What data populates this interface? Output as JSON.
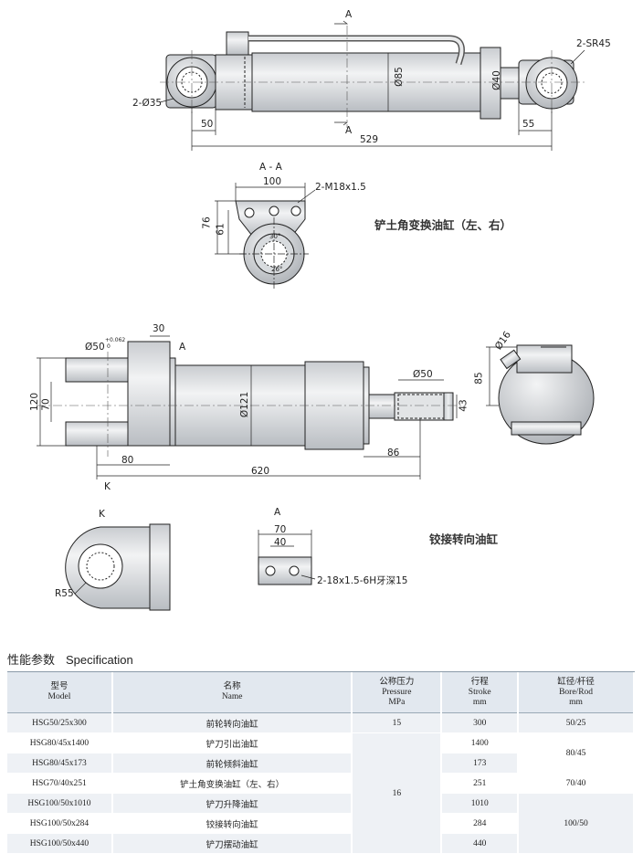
{
  "drawing1": {
    "labels": {
      "section_a_top": "A",
      "section_a_bottom": "A",
      "sr45": "2-SR45",
      "dia35": "2-Ø35",
      "dia85": "Ø85",
      "dia40": "Ø40",
      "dim50": "50",
      "dim55": "55",
      "dim529": "529"
    }
  },
  "section_aa": {
    "labels": {
      "title": "A - A",
      "dim100": "100",
      "m18": "2-M18x1.5",
      "dim76": "76",
      "dim61": "61",
      "dim30": "30°",
      "dim26": "26°"
    },
    "caption": "铲土角变换油缸（左、右）"
  },
  "drawing2": {
    "labels": {
      "dim30": "30",
      "dia50tol": "Ø50",
      "tol_upper": "+0.062",
      "tol_lower": "0",
      "a_mark": "A",
      "dim120": "120",
      "dim70": "70",
      "dia121": "Ø121",
      "dia50rod": "Ø50",
      "dim43": "43",
      "dim80": "80",
      "dim86": "86",
      "dim620": "620",
      "k_mark": "K",
      "dia16": "Ø16",
      "dim85": "85"
    }
  },
  "view_k": {
    "labels": {
      "title": "K",
      "r55": "R55"
    }
  },
  "view_a": {
    "labels": {
      "title": "A",
      "dim70": "70",
      "dim40": "40",
      "thread": "2-18x1.5-6H牙深15"
    },
    "caption": "铰接转向油缸"
  },
  "spec": {
    "title_cn": "性能参数",
    "title_en": "Specification",
    "headers": {
      "model": [
        "型号",
        "Model"
      ],
      "name": [
        "名称",
        "Name"
      ],
      "pressure": [
        "公称压力",
        "Pressure",
        "MPa"
      ],
      "stroke": [
        "行程",
        "Stroke",
        "mm"
      ],
      "bore": [
        "缸径/杆径",
        "Bore/Rod",
        "mm"
      ]
    },
    "rows": [
      {
        "model": "HSG50/25x300",
        "name": "前轮转向油缸",
        "stroke": "300"
      },
      {
        "model": "HSG80/45x1400",
        "name": "铲刀引出油缸",
        "stroke": "1400"
      },
      {
        "model": "HSG80/45x173",
        "name": "前轮倾斜油缸",
        "stroke": "173"
      },
      {
        "model": "HSG70/40x251",
        "name": "铲土角变换油缸（左、右）",
        "stroke": "251"
      },
      {
        "model": "HSG100/50x1010",
        "name": "铲刀升降油缸",
        "stroke": "1010"
      },
      {
        "model": "HSG100/50x284",
        "name": "铰接转向油缸",
        "stroke": "284"
      },
      {
        "model": "HSG100/50x440",
        "name": "铲刀摆动油缸",
        "stroke": "440"
      }
    ],
    "pressure_groups": [
      "15",
      "16"
    ],
    "bore_groups": [
      "50/25",
      "80/45",
      "70/40",
      "100/50"
    ]
  }
}
